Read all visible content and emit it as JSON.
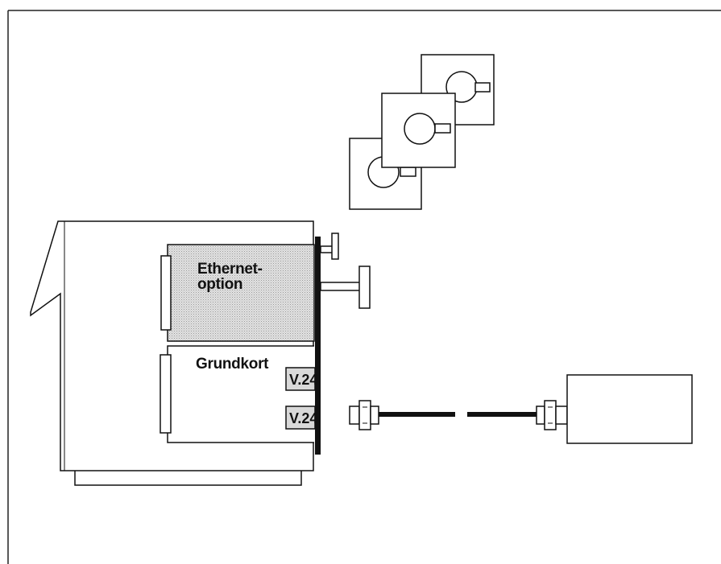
{
  "labels": {
    "ethernet_line1": "Ethernet-",
    "ethernet_line2": "option",
    "basecard": "Grundkort",
    "port_upper": "V.24",
    "port_lower": "V.24"
  },
  "colors": {
    "line": "#111111",
    "card_fill": "#d6d6d6",
    "port_fill": "#d9d9d9",
    "background": "#ffffff"
  },
  "icons": [
    "floppy-disk-icon",
    "floppy-disk-icon",
    "floppy-disk-icon",
    "serial-connector-icon",
    "serial-connector-icon"
  ]
}
